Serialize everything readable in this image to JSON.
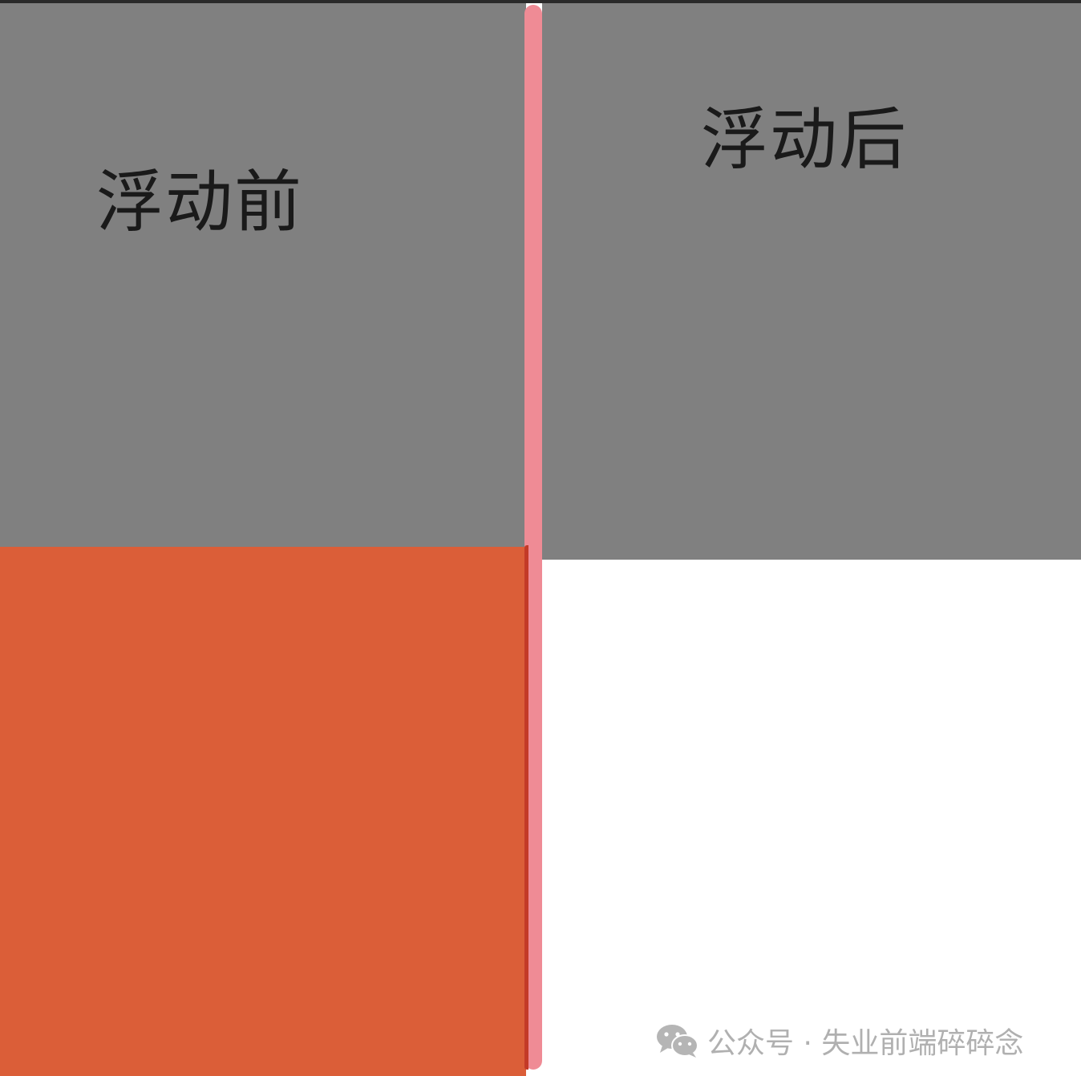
{
  "labels": {
    "before": "浮动前",
    "after": "浮动后"
  },
  "watermark": {
    "text": "公众号 · 失业前端碎碎念",
    "icon": "wechat-icon"
  },
  "colors": {
    "gray_block": "#808080",
    "orange_block": "#db5e38",
    "divider": "#ef8b95",
    "background": "#ffffff"
  }
}
